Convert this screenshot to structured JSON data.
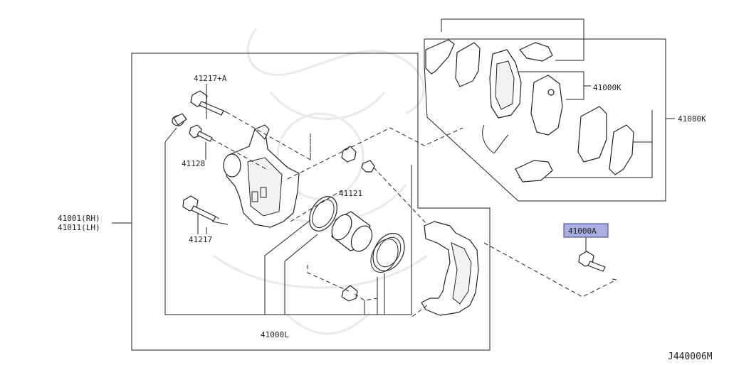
{
  "labels": {
    "bolt_guide_pin_a": "41217+A",
    "bleeder_screw": "41128",
    "bolt_guide_pin": "41217",
    "caliper_assembly": "41001(RH)\n41011(LH)",
    "caliper_rh": "41001(RH)",
    "caliper_lh": "41011(LH)",
    "piston_seal_kit": "41121",
    "seal_kit": "41000L",
    "pad_kit": "41000K",
    "pad_set": "41080K",
    "mounting_bolt_highlighted": "41000A",
    "diagram_code": "J440006M"
  },
  "colors": {
    "highlight_fill": "#a9afe0",
    "highlight_stroke": "#3c3f7a",
    "line": "#222222"
  }
}
